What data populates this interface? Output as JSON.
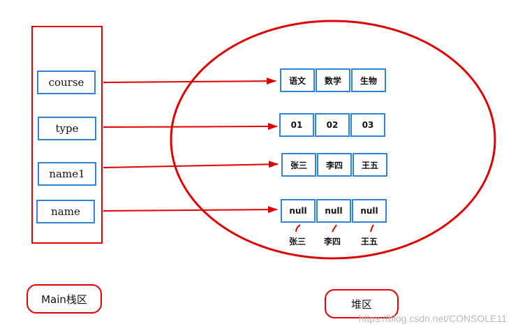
{
  "stack": {
    "variables": [
      "course",
      "type",
      "name1",
      "name"
    ],
    "label": "Main栈区"
  },
  "heap": {
    "label": "堆区",
    "arrays": [
      {
        "cells": [
          "语文",
          "数学",
          "生物"
        ]
      },
      {
        "cells": [
          "01",
          "02",
          "03"
        ]
      },
      {
        "cells": [
          "张三",
          "李四",
          "王五"
        ]
      },
      {
        "cells": [
          "null",
          "null",
          "null"
        ]
      }
    ],
    "null_refs": [
      "张三",
      "李四",
      "王五"
    ]
  },
  "colors": {
    "border": "#e00000",
    "box": "#2f86d8",
    "arrow": "#e00000"
  },
  "watermark": "https://blog.csdn.net/CONSOLE11"
}
